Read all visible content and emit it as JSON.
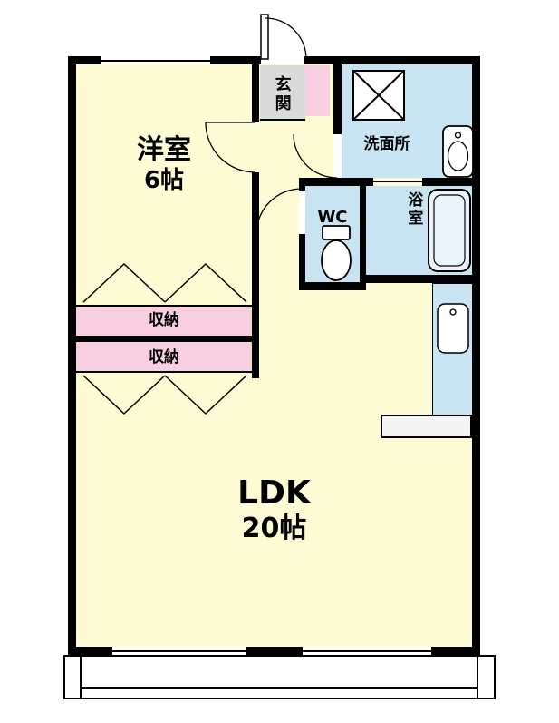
{
  "floorplan": {
    "rooms": {
      "western": {
        "name": "洋室",
        "size": "6帖"
      },
      "entrance": {
        "name": "玄関"
      },
      "washroom": {
        "name": "洗面所"
      },
      "wc": {
        "name": "WC"
      },
      "bathroom": {
        "name": "浴室"
      },
      "storage1": {
        "name": "収納"
      },
      "storage2": {
        "name": "収納"
      },
      "ldk": {
        "name": "LDK",
        "size": "20帖"
      }
    },
    "colors": {
      "wall": "#000000",
      "room_yellow": "#FDFBD4",
      "wet_blue": "#C8E4F2",
      "pink": "#F8CFE0",
      "gray": "#DADADA",
      "bg": "#FFFFFF"
    },
    "fixtures": [
      "washing-machine-pan",
      "vanity-sink",
      "bathtub",
      "toilet",
      "kitchen-sink",
      "kitchen-counter",
      "balcony"
    ]
  }
}
